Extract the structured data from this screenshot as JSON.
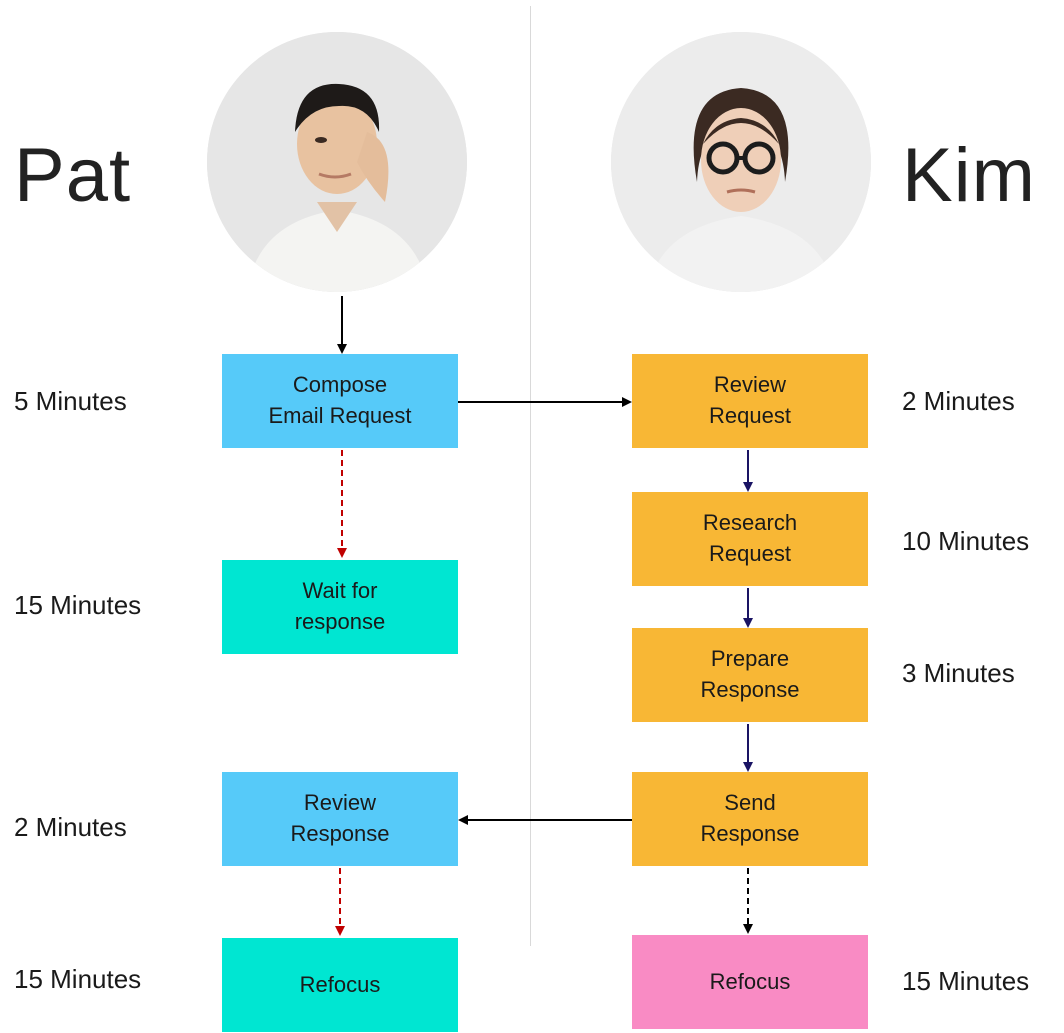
{
  "colors": {
    "pat_task": "#56CAF9",
    "pat_wait": "#00E6D2",
    "kim_task": "#F8B735",
    "kim_refocus": "#F98BC4",
    "arrow_dark": "#000000",
    "arrow_navy": "#1A1464",
    "arrow_red": "#C00000"
  },
  "people": {
    "left": {
      "name": "Pat",
      "avatar_icon": "person-photo-icon"
    },
    "right": {
      "name": "Kim",
      "avatar_icon": "person-photo-icon"
    }
  },
  "pat": {
    "steps": [
      {
        "label": "Compose\nEmail Request",
        "time": "5 Minutes"
      },
      {
        "label": "Wait for\nresponse",
        "time": "15 Minutes"
      },
      {
        "label": "Review\nResponse",
        "time": "2 Minutes"
      },
      {
        "label": "Refocus",
        "time": "15 Minutes"
      }
    ]
  },
  "kim": {
    "steps": [
      {
        "label": "Review\nRequest",
        "time": "2 Minutes"
      },
      {
        "label": "Research\nRequest",
        "time": "10 Minutes"
      },
      {
        "label": "Prepare\nResponse",
        "time": "3 Minutes"
      },
      {
        "label": "Send\nResponse",
        "time": ""
      },
      {
        "label": "Refocus",
        "time": "15 Minutes"
      }
    ]
  }
}
